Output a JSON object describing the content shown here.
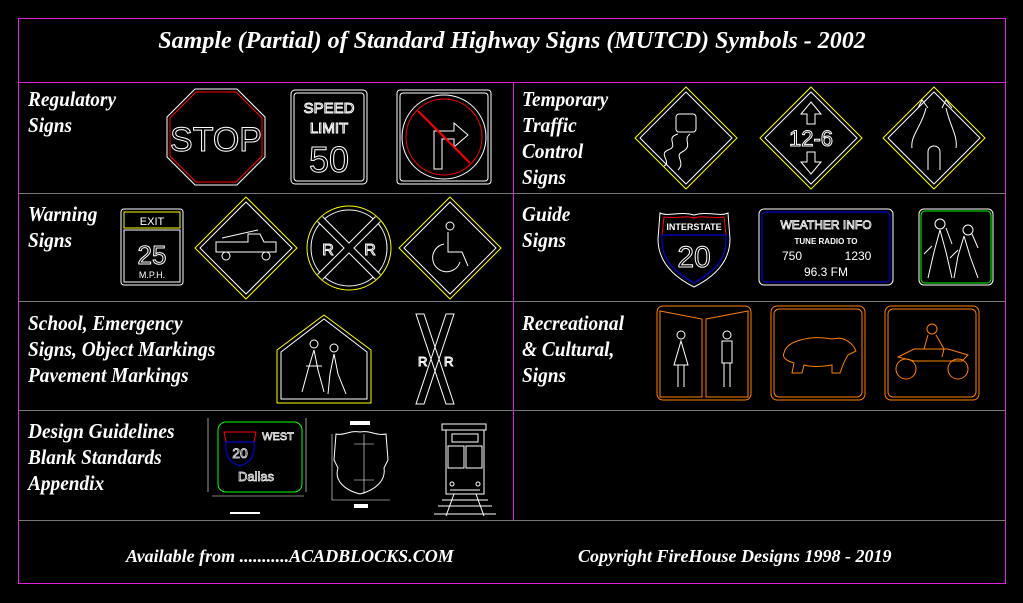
{
  "title": "Sample (Partial) of Standard Highway Signs (MUTCD) Symbols -  2002",
  "sections": {
    "regulatory": "Regulatory\nSigns",
    "temporary": "Temporary\nTraffic\nControl\nSigns",
    "warning": "Warning\nSigns",
    "guide": "Guide\nSigns",
    "school": "School, Emergency\nSigns, Object Markings\nPavement Markings",
    "recreational": "Recreational\n& Cultural,\nSigns",
    "design": "Design Guidelines\nBlank Standards\nAppendix"
  },
  "signs": {
    "stop": "STOP",
    "speed_top": "SPEED",
    "speed_mid": "LIMIT",
    "speed_val": "50",
    "work_hours": "12-6",
    "exit": "EXIT",
    "exit_num": "25",
    "exit_unit": "M.P.H.",
    "rr_left": "R",
    "rr_right": "R",
    "interstate": "INTERSTATE",
    "interstate_num": "20",
    "weather_title": "WEATHER INFO",
    "weather_tune": "TUNE RADIO TO",
    "weather_f1": "750",
    "weather_f2": "1230",
    "weather_fm": "96.3 FM",
    "guide_num": "20",
    "guide_dir": "WEST",
    "guide_city": "Dallas"
  },
  "colors": {
    "frame": "#e020e0",
    "yellow": "#ffff00",
    "red": "#ff0000",
    "blue": "#0000ff",
    "green": "#00ff00",
    "orange": "#ff7f00"
  },
  "footer": {
    "available": "Available from ...........ACADBLOCKS.COM",
    "copyright": "Copyright FireHouse Designs 1998 - 2019"
  }
}
